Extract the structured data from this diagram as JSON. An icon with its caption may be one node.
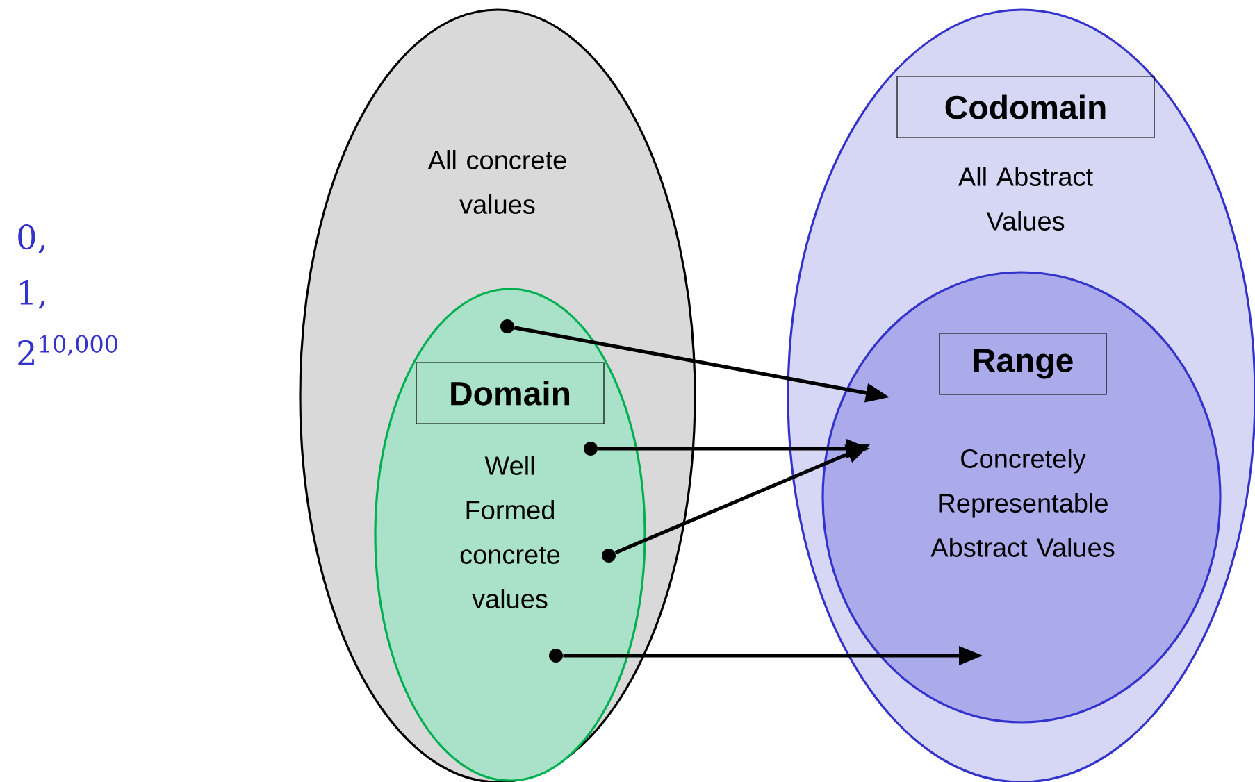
{
  "diagram": {
    "nodes": [
      {
        "text": [
          "All concrete values"
        ]
      },
      {
        "text": [
          "Domain",
          "Well Formed concrete values"
        ],
        "in": 0
      },
      {
        "text": [
          "Codomain",
          "All Abstract Values"
        ]
      },
      {
        "text": [
          "Range",
          "Concretely Representable Abstract Values"
        ],
        "in": 2
      },
      {
        "text": [],
        "shape": "circle",
        "in": 1
      },
      {
        "text": [],
        "shape": "circle",
        "in": 1
      },
      {
        "text": [],
        "shape": "circle",
        "in": 1
      },
      {
        "text": [],
        "shape": "circle",
        "in": 1
      }
    ],
    "edges": [
      {
        "from": 4,
        "to": 3,
        "arrow": "to"
      },
      {
        "from": 5,
        "to": 3,
        "arrow": "to"
      },
      {
        "from": 6,
        "to": 3,
        "arrow": "to"
      },
      {
        "from": 7,
        "to": 3,
        "arrow": "to"
      }
    ],
    "labels": [
      "0,",
      "1,",
      "2$^{10,000}$"
    ]
  }
}
